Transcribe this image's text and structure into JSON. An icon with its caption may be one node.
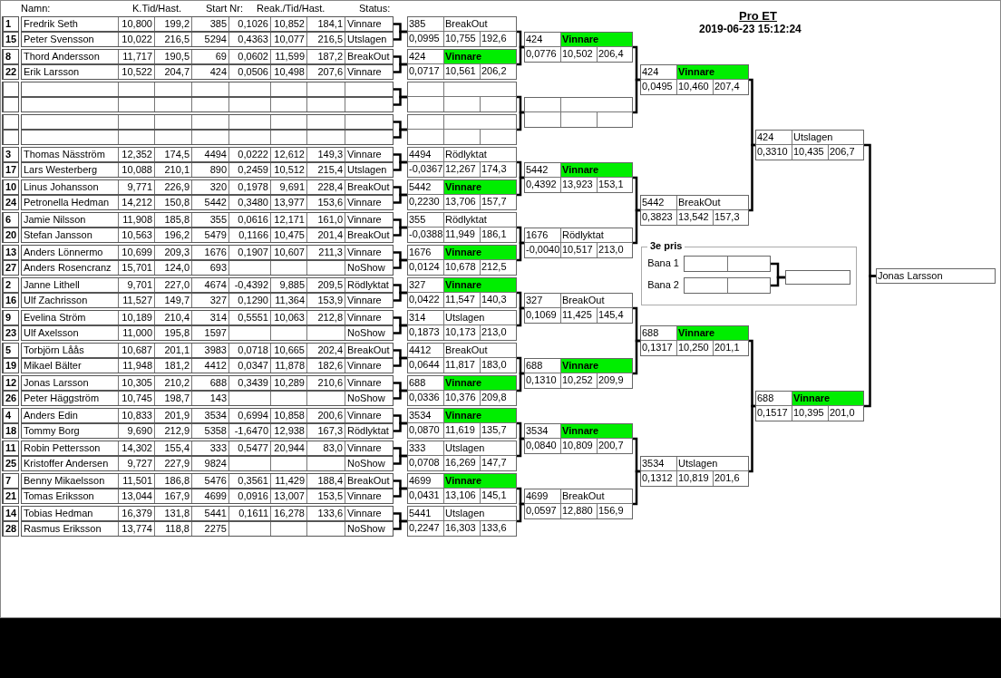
{
  "diagram": {
    "title": "Pro ET",
    "nodes": [
      {
        "text": [
          "1",
          "Fredrik Seth",
          "10,800",
          "199,2",
          "385",
          "0,1026",
          "10,852",
          "184,1",
          "Vinnare"
        ]
      },
      {
        "text": [
          "15",
          "Peter Svensson",
          "10,022",
          "216,5",
          "5294",
          "0,4363",
          "10,077",
          "216,5",
          "Utslagen"
        ]
      },
      {
        "text": [
          "8",
          "Thord Andersson",
          "11,717",
          "190,5",
          "69",
          "0,0602",
          "11,599",
          "187,2",
          "BreakOut"
        ]
      },
      {
        "text": [
          "22",
          "Erik Larsson",
          "10,522",
          "204,7",
          "424",
          "0,0506",
          "10,498",
          "207,6",
          "Vinnare"
        ]
      },
      {
        "text": [],
        "shape": "box"
      },
      {
        "text": [],
        "shape": "box"
      },
      {
        "text": [],
        "shape": "box"
      },
      {
        "text": [],
        "shape": "box"
      },
      {
        "text": [
          "3",
          "Thomas Näsström",
          "12,352",
          "174,5",
          "4494",
          "0,0222",
          "12,612",
          "149,3",
          "Vinnare"
        ]
      },
      {
        "text": [
          "17",
          "Lars Westerberg",
          "10,088",
          "210,1",
          "890",
          "0,2459",
          "10,512",
          "215,4",
          "Utslagen"
        ]
      },
      {
        "text": [
          "10",
          "Linus Johansson",
          "9,771",
          "226,9",
          "320",
          "0,1978",
          "9,691",
          "228,4",
          "BreakOut"
        ]
      },
      {
        "text": [
          "24",
          "Petronella Hedman",
          "14,212",
          "150,8",
          "5442",
          "0,3480",
          "13,977",
          "153,6",
          "Vinnare"
        ]
      },
      {
        "text": [
          "6",
          "Jamie Nilsson",
          "11,908",
          "185,8",
          "355",
          "0,0616",
          "12,171",
          "161,0",
          "Vinnare"
        ]
      },
      {
        "text": [
          "20",
          "Stefan Jansson",
          "10,563",
          "196,2",
          "5479",
          "0,1166",
          "10,475",
          "201,4",
          "BreakOut"
        ]
      },
      {
        "text": [
          "13",
          "Anders Lönnermo",
          "10,699",
          "209,3",
          "1676",
          "0,1907",
          "10,607",
          "211,3",
          "Vinnare"
        ]
      },
      {
        "text": [
          "27",
          "Anders Rosencranz",
          "15,701",
          "124,0",
          "693",
          "NoShow"
        ]
      },
      {
        "text": [
          "2",
          "Janne Lithell",
          "9,701",
          "227,0",
          "4674",
          "-0,4392",
          "9,885",
          "209,5",
          "Rödlyktat"
        ]
      },
      {
        "text": [
          "16",
          "Ulf Zachrisson",
          "11,527",
          "149,7",
          "327",
          "0,1290",
          "11,364",
          "153,9",
          "Vinnare"
        ]
      },
      {
        "text": [
          "9",
          "Evelina Ström",
          "10,189",
          "210,4",
          "314",
          "0,5551",
          "10,063",
          "212,8",
          "Vinnare"
        ]
      },
      {
        "text": [
          "23",
          "Ulf Axelsson",
          "11,000",
          "195,8",
          "1597",
          "NoShow"
        ]
      },
      {
        "text": [
          "5",
          "Torbjörn Låås",
          "10,687",
          "201,1",
          "3983",
          "0,0718",
          "10,665",
          "202,4",
          "BreakOut"
        ]
      },
      {
        "text": [
          "19",
          "Mikael Bälter",
          "11,948",
          "181,2",
          "4412",
          "0,0347",
          "11,878",
          "182,6",
          "Vinnare"
        ]
      },
      {
        "text": [
          "12",
          "Jonas Larsson",
          "10,305",
          "210,2",
          "688",
          "0,3439",
          "10,289",
          "210,6",
          "Vinnare"
        ]
      },
      {
        "text": [
          "26",
          "Peter Häggström",
          "10,745",
          "198,7",
          "143",
          "NoShow"
        ]
      },
      {
        "text": [
          "4",
          "Anders Edin",
          "10,833",
          "201,9",
          "3534",
          "0,6994",
          "10,858",
          "200,6",
          "Vinnare"
        ]
      },
      {
        "text": [
          "18",
          "Tommy Borg",
          "9,690",
          "212,9",
          "5358",
          "-1,6470",
          "12,938",
          "167,3",
          "Rödlyktat"
        ]
      },
      {
        "text": [
          "11",
          "Robin Pettersson",
          "14,302",
          "155,4",
          "333",
          "0,5477",
          "20,944",
          "83,0",
          "Vinnare"
        ]
      },
      {
        "text": [
          "25",
          "Kristoffer Andersen",
          "9,727",
          "227,9",
          "9824",
          "NoShow"
        ]
      },
      {
        "text": [
          "7",
          "Benny Mikaelsson",
          "11,501",
          "186,8",
          "5476",
          "0,3561",
          "11,429",
          "188,4",
          "BreakOut"
        ]
      },
      {
        "text": [
          "21",
          "Tomas Eriksson",
          "13,044",
          "167,9",
          "4699",
          "0,0916",
          "13,007",
          "153,5",
          "Vinnare"
        ]
      },
      {
        "text": [
          "14",
          "Tobias Hedman",
          "16,379",
          "131,8",
          "5441",
          "0,1611",
          "16,278",
          "133,6",
          "Vinnare"
        ]
      },
      {
        "text": [
          "28",
          "Rasmus Eriksson",
          "13,774",
          "118,8",
          "2275",
          "NoShow"
        ]
      },
      {
        "text": [
          "385",
          "BreakOut",
          "0,0995",
          "10,755",
          "192,6"
        ]
      },
      {
        "text": [
          "424",
          "Vinnare",
          "0,0717",
          "10,561",
          "206,2"
        ]
      },
      {
        "text": [],
        "shape": "box"
      },
      {
        "text": [],
        "shape": "box"
      },
      {
        "text": [
          "4494",
          "Rödlyktat",
          "-0,0367",
          "12,267",
          "174,3"
        ]
      },
      {
        "text": [
          "5442",
          "Vinnare",
          "0,2230",
          "13,706",
          "157,7"
        ]
      },
      {
        "text": [
          "355",
          "Rödlyktat",
          "-0,0388",
          "11,949",
          "186,1"
        ]
      },
      {
        "text": [
          "1676",
          "Vinnare",
          "0,0124",
          "10,678",
          "212,5"
        ]
      },
      {
        "text": [
          "327",
          "Vinnare",
          "0,0422",
          "11,547",
          "140,3"
        ]
      },
      {
        "text": [
          "314",
          "Utslagen",
          "0,1873",
          "10,173",
          "213,0"
        ]
      },
      {
        "text": [
          "4412",
          "BreakOut",
          "0,0644",
          "11,817",
          "183,0"
        ]
      },
      {
        "text": [
          "688",
          "Vinnare",
          "0,0336",
          "10,376",
          "209,8"
        ]
      },
      {
        "text": [
          "3534",
          "Vinnare",
          "0,0870",
          "11,619",
          "135,7"
        ]
      },
      {
        "text": [
          "333",
          "Utslagen",
          "0,0708",
          "16,269",
          "147,7"
        ]
      },
      {
        "text": [
          "4699",
          "Vinnare",
          "0,0431",
          "13,106",
          "145,1"
        ]
      },
      {
        "text": [
          "5441",
          "Utslagen",
          "0,2247",
          "16,303",
          "133,6"
        ]
      },
      {
        "text": [
          "424",
          "Vinnare",
          "0,0776",
          "10,502",
          "206,4"
        ]
      },
      {
        "text": [],
        "shape": "box"
      },
      {
        "text": [
          "5442",
          "Vinnare",
          "0,4392",
          "13,923",
          "153,1"
        ]
      },
      {
        "text": [
          "1676",
          "Rödlyktat",
          "-0,0040",
          "10,517",
          "213,0"
        ]
      },
      {
        "text": [
          "327",
          "BreakOut",
          "0,1069",
          "11,425",
          "145,4"
        ]
      },
      {
        "text": [
          "688",
          "Vinnare",
          "0,1310",
          "10,252",
          "209,9"
        ]
      },
      {
        "text": [
          "3534",
          "Vinnare",
          "0,0840",
          "10,809",
          "200,7"
        ]
      },
      {
        "text": [
          "4699",
          "BreakOut",
          "0,0597",
          "12,880",
          "156,9"
        ]
      },
      {
        "text": [
          "424",
          "Vinnare",
          "0,0495",
          "10,460",
          "207,4"
        ]
      },
      {
        "text": [
          "5442",
          "BreakOut",
          "0,3823",
          "13,542",
          "157,3"
        ]
      },
      {
        "text": [
          "688",
          "Vinnare",
          "0,1317",
          "10,250",
          "201,1"
        ]
      },
      {
        "text": [
          "3534",
          "Utslagen",
          "0,1312",
          "10,819",
          "201,6"
        ]
      },
      {
        "text": [
          "424",
          "Utslagen",
          "0,3310",
          "10,435",
          "206,7"
        ]
      },
      {
        "text": [
          "688",
          "Vinnare",
          "0,1517",
          "10,395",
          "201,0"
        ]
      },
      {
        "text": [
          "Jonas Larsson"
        ]
      },
      {
        "text": [
          "3e pris"
        ]
      },
      {
        "text": [],
        "shape": "box",
        "beside": [
          "Bana 1"
        ],
        "in": 63
      },
      {
        "text": [],
        "shape": "box",
        "beside": [
          "Bana 2"
        ],
        "in": 63
      },
      {
        "text": [],
        "shape": "box",
        "in": 63
      }
    ],
    "edges": [
      {
        "from": 0,
        "to": 32,
        "arrow": "none"
      },
      {
        "from": 1,
        "to": 32,
        "arrow": "none"
      },
      {
        "from": 2,
        "to": 33,
        "arrow": "none"
      },
      {
        "from": 3,
        "to": 33,
        "arrow": "none"
      },
      {
        "from": 4,
        "to": 34,
        "arrow": "none"
      },
      {
        "from": 5,
        "to": 34,
        "arrow": "none"
      },
      {
        "from": 6,
        "to": 35,
        "arrow": "none"
      },
      {
        "from": 7,
        "to": 35,
        "arrow": "none"
      },
      {
        "from": 8,
        "to": 36,
        "arrow": "none"
      },
      {
        "from": 9,
        "to": 36,
        "arrow": "none"
      },
      {
        "from": 10,
        "to": 37,
        "arrow": "none"
      },
      {
        "from": 11,
        "to": 37,
        "arrow": "none"
      },
      {
        "from": 12,
        "to": 38,
        "arrow": "none"
      },
      {
        "from": 13,
        "to": 38,
        "arrow": "none"
      },
      {
        "from": 14,
        "to": 39,
        "arrow": "none"
      },
      {
        "from": 15,
        "to": 39,
        "arrow": "none"
      },
      {
        "from": 16,
        "to": 40,
        "arrow": "none"
      },
      {
        "from": 17,
        "to": 40,
        "arrow": "none"
      },
      {
        "from": 18,
        "to": 41,
        "arrow": "none"
      },
      {
        "from": 19,
        "to": 41,
        "arrow": "none"
      },
      {
        "from": 20,
        "to": 42,
        "arrow": "none"
      },
      {
        "from": 21,
        "to": 42,
        "arrow": "none"
      },
      {
        "from": 22,
        "to": 43,
        "arrow": "none"
      },
      {
        "from": 23,
        "to": 43,
        "arrow": "none"
      },
      {
        "from": 24,
        "to": 44,
        "arrow": "none"
      },
      {
        "from": 25,
        "to": 44,
        "arrow": "none"
      },
      {
        "from": 26,
        "to": 45,
        "arrow": "none"
      },
      {
        "from": 27,
        "to": 45,
        "arrow": "none"
      },
      {
        "from": 28,
        "to": 46,
        "arrow": "none"
      },
      {
        "from": 29,
        "to": 46,
        "arrow": "none"
      },
      {
        "from": 30,
        "to": 47,
        "arrow": "none"
      },
      {
        "from": 31,
        "to": 47,
        "arrow": "none"
      },
      {
        "from": 32,
        "to": 48,
        "arrow": "none"
      },
      {
        "from": 33,
        "to": 48,
        "arrow": "none"
      },
      {
        "from": 34,
        "to": 49,
        "arrow": "none"
      },
      {
        "from": 35,
        "to": 49,
        "arrow": "none"
      },
      {
        "from": 36,
        "to": 50,
        "arrow": "none"
      },
      {
        "from": 37,
        "to": 50,
        "arrow": "none"
      },
      {
        "from": 38,
        "to": 51,
        "arrow": "none"
      },
      {
        "from": 39,
        "to": 51,
        "arrow": "none"
      },
      {
        "from": 40,
        "to": 52,
        "arrow": "none"
      },
      {
        "from": 41,
        "to": 52,
        "arrow": "none"
      },
      {
        "from": 42,
        "to": 53,
        "arrow": "none"
      },
      {
        "from": 43,
        "to": 53,
        "arrow": "none"
      },
      {
        "from": 44,
        "to": 54,
        "arrow": "none"
      },
      {
        "from": 45,
        "to": 54,
        "arrow": "none"
      },
      {
        "from": 46,
        "to": 55,
        "arrow": "none"
      },
      {
        "from": 47,
        "to": 55,
        "arrow": "none"
      },
      {
        "from": 48,
        "to": 56,
        "arrow": "none"
      },
      {
        "from": 49,
        "to": 56,
        "arrow": "none"
      },
      {
        "from": 50,
        "to": 57,
        "arrow": "none"
      },
      {
        "from": 51,
        "to": 57,
        "arrow": "none"
      },
      {
        "from": 52,
        "to": 58,
        "arrow": "none"
      },
      {
        "from": 53,
        "to": 58,
        "arrow": "none"
      },
      {
        "from": 54,
        "to": 59,
        "arrow": "none"
      },
      {
        "from": 55,
        "to": 59,
        "arrow": "none"
      },
      {
        "from": 56,
        "to": 60,
        "arrow": "none"
      },
      {
        "from": 57,
        "to": 60,
        "arrow": "none"
      },
      {
        "from": 58,
        "to": 61,
        "arrow": "none"
      },
      {
        "from": 59,
        "to": 61,
        "arrow": "none"
      },
      {
        "from": 60,
        "to": 62,
        "arrow": "none"
      },
      {
        "from": 61,
        "to": 62,
        "arrow": "none"
      },
      {
        "from": 64,
        "to": 66,
        "arrow": "none"
      },
      {
        "from": 65,
        "to": 66,
        "arrow": "none"
      }
    ],
    "labels": [
      "Namn:",
      "K.Tid/Hast.",
      "Start Nr:",
      "Reak./Tid/Hast.",
      "Status:",
      "2019-06-23 15:12:24"
    ]
  }
}
